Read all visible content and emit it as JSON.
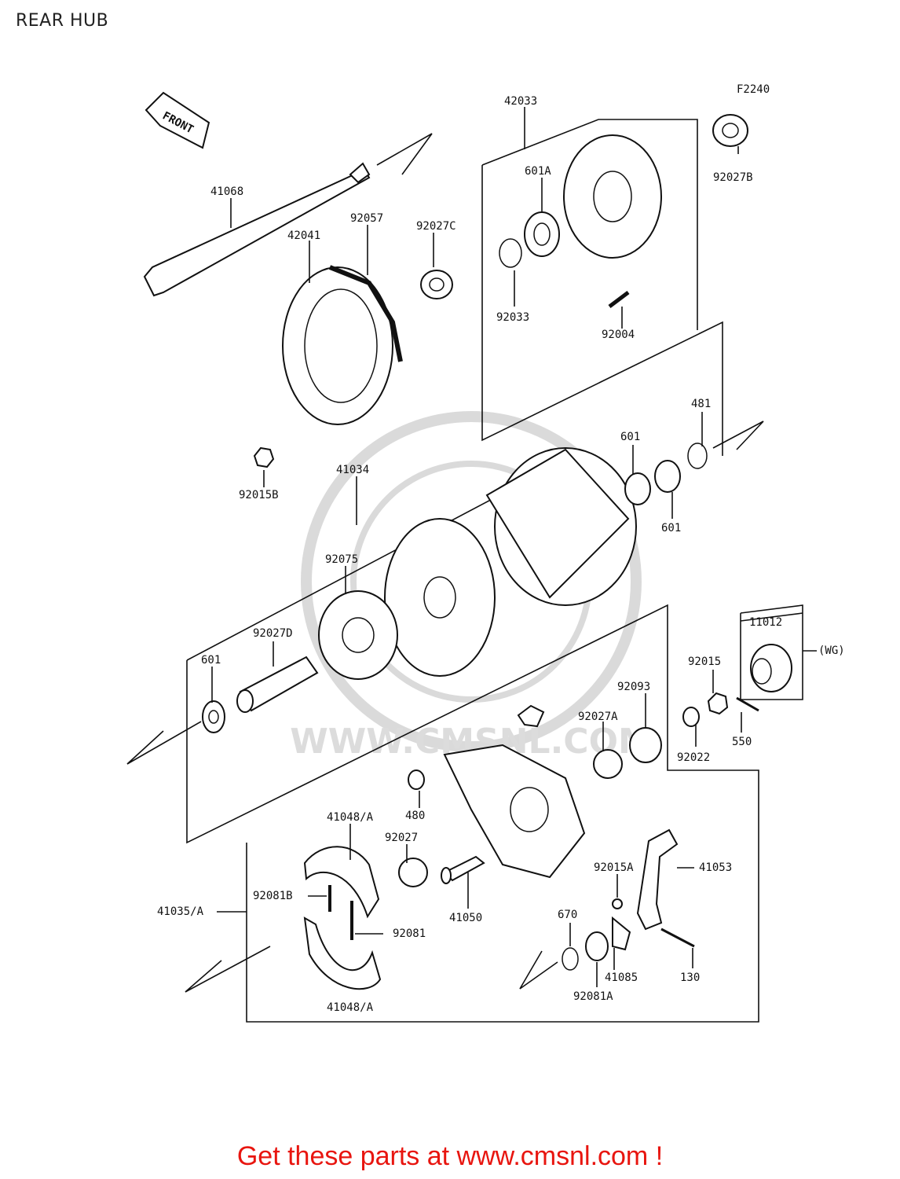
{
  "page": {
    "title": "REAR HUB"
  },
  "diagram": {
    "figure_code": "F2240",
    "direction_label": "FRONT",
    "watermark": "WWW.CMSNL.COM",
    "parts": [
      {
        "id": "p41068",
        "label": "41068"
      },
      {
        "id": "p42041",
        "label": "42041"
      },
      {
        "id": "p92057",
        "label": "92057"
      },
      {
        "id": "p92027C",
        "label": "92027C"
      },
      {
        "id": "p42033",
        "label": "42033"
      },
      {
        "id": "p601A",
        "label": "601A"
      },
      {
        "id": "p92027B",
        "label": "92027B"
      },
      {
        "id": "p92033",
        "label": "92033"
      },
      {
        "id": "p92004",
        "label": "92004"
      },
      {
        "id": "p92015B",
        "label": "92015B"
      },
      {
        "id": "p41034",
        "label": "41034"
      },
      {
        "id": "p481",
        "label": "481"
      },
      {
        "id": "p601a",
        "label": "601"
      },
      {
        "id": "p601b",
        "label": "601"
      },
      {
        "id": "p92075",
        "label": "92075"
      },
      {
        "id": "p92027D",
        "label": "92027D"
      },
      {
        "id": "p601c",
        "label": "601"
      },
      {
        "id": "p11012",
        "label": "11012"
      },
      {
        "id": "pWG",
        "label": "(WG)"
      },
      {
        "id": "p92015",
        "label": "92015"
      },
      {
        "id": "p92093",
        "label": "92093"
      },
      {
        "id": "p92027A",
        "label": "92027A"
      },
      {
        "id": "p92022",
        "label": "92022"
      },
      {
        "id": "p550",
        "label": "550"
      },
      {
        "id": "p480",
        "label": "480"
      },
      {
        "id": "p41048A_top",
        "label": "41048/A"
      },
      {
        "id": "p92027",
        "label": "92027"
      },
      {
        "id": "p92081B",
        "label": "92081B"
      },
      {
        "id": "p41035A",
        "label": "41035/A"
      },
      {
        "id": "p92081",
        "label": "92081"
      },
      {
        "id": "p41050",
        "label": "41050"
      },
      {
        "id": "p92015A",
        "label": "92015A"
      },
      {
        "id": "p41053",
        "label": "41053"
      },
      {
        "id": "p670",
        "label": "670"
      },
      {
        "id": "p41085",
        "label": "41085"
      },
      {
        "id": "p130",
        "label": "130"
      },
      {
        "id": "p92081A",
        "label": "92081A"
      },
      {
        "id": "p41048A_bottom",
        "label": "41048/A"
      }
    ]
  },
  "footer": {
    "cta": "Get these parts at www.cmsnl.com !"
  }
}
